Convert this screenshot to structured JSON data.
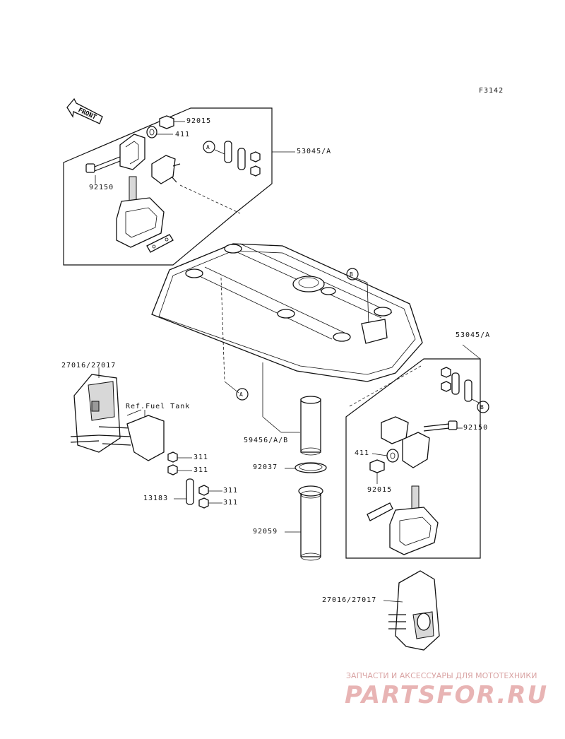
{
  "figure_code": "F3142",
  "front_arrow_label": "FRONT",
  "callouts": {
    "a_upper": "A",
    "b_upper": "B",
    "a_lower": "A",
    "b_lower": "B"
  },
  "labels": {
    "p92015_top": "92015",
    "p411_top": "411",
    "p53045_top": "53045/A",
    "p92150_top": "92150",
    "p53045_right": "53045/A",
    "p27016_left": "27016/27017",
    "ref_fuel_tank": "Ref.Fuel Tank",
    "p311_1": "311",
    "p311_2": "311",
    "p311_3": "311",
    "p311_4": "311",
    "p13183": "13183",
    "p59456": "59456/A/B",
    "p92037": "92037",
    "p92059": "92059",
    "p92150_right": "92150",
    "p411_right": "411",
    "p92015_right": "92015",
    "p27016_bottom": "27016/27017"
  },
  "watermark": {
    "tagline": "ЗАПЧАСТИ И АКСЕССУАРЫ ДЛЯ МОТОТЕХНИКИ",
    "logo": "PARTSFOR.RU"
  }
}
